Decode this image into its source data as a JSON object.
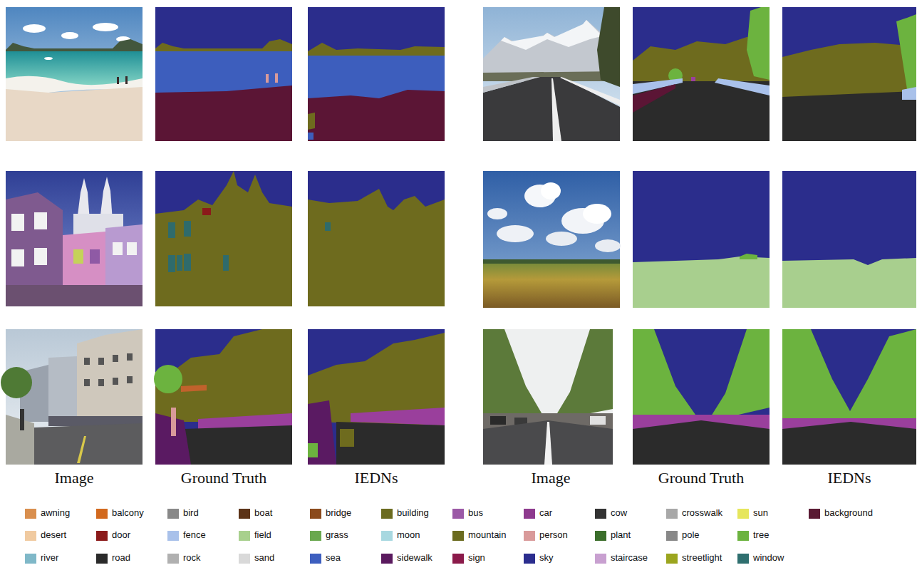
{
  "diagram": {
    "labels": [
      "Image",
      "Ground Truth",
      "IEDNs",
      "Image",
      "Ground Truth",
      "IEDNs"
    ],
    "legend": [
      {
        "text": "awning",
        "color": "#d98f4e"
      },
      {
        "text": "balcony",
        "color": "#d2691e"
      },
      {
        "text": "bird",
        "color": "#888888"
      },
      {
        "text": "boat",
        "color": "#5c3317"
      },
      {
        "text": "bridge",
        "color": "#8b4a1c"
      },
      {
        "text": "building",
        "color": "#6b6b1f"
      },
      {
        "text": "bus",
        "color": "#9b59a6"
      },
      {
        "text": "car",
        "color": "#8e3a8e"
      },
      {
        "text": "cow",
        "color": "#333333"
      },
      {
        "text": "crosswalk",
        "color": "#a8a8a8"
      },
      {
        "text": "sun",
        "color": "#e6e65c"
      },
      {
        "text": "background",
        "color": "#5a1a33"
      },
      {
        "text": "desert",
        "color": "#f0caa0"
      },
      {
        "text": "door",
        "color": "#8b1a1a"
      },
      {
        "text": "fence",
        "color": "#a9c1ea"
      },
      {
        "text": "field",
        "color": "#a8d08d"
      },
      {
        "text": "grass",
        "color": "#6aa84f"
      },
      {
        "text": "moon",
        "color": "#a8d8e0"
      },
      {
        "text": "mountain",
        "color": "#6b6b1f"
      },
      {
        "text": "person",
        "color": "#d99a9a"
      },
      {
        "text": "plant",
        "color": "#3b6e2b"
      },
      {
        "text": "pole",
        "color": "#888888"
      },
      {
        "text": "tree",
        "color": "#6cb33f"
      },
      {
        "text": "river",
        "color": "#7fb8c8"
      },
      {
        "text": "road",
        "color": "#2a2a2a"
      },
      {
        "text": "rock",
        "color": "#b0b0b0"
      },
      {
        "text": "sand",
        "color": "#d9d9d9"
      },
      {
        "text": "sea",
        "color": "#3d5fbf"
      },
      {
        "text": "sidewalk",
        "color": "#5a1a5e"
      },
      {
        "text": "sign",
        "color": "#8b1a4a"
      },
      {
        "text": "sky",
        "color": "#2b2d8e"
      },
      {
        "text": "staircase",
        "color": "#c8a0d0"
      },
      {
        "text": "streetlight",
        "color": "#9ba51e"
      },
      {
        "text": "window",
        "color": "#2f6f6f"
      }
    ]
  }
}
